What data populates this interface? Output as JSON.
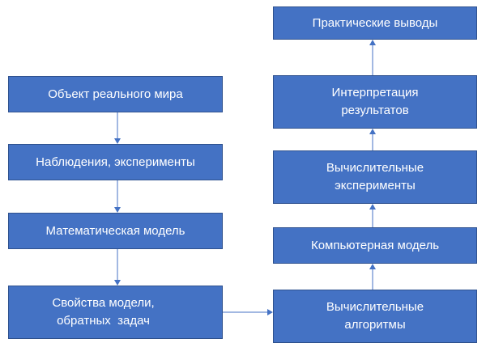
{
  "diagram": {
    "nodes": {
      "object": [
        "Объект реального мира"
      ],
      "observations": [
        "Наблюдения, эксперименты"
      ],
      "math_model": [
        "Математическая модель"
      ],
      "properties": [
        "Свойства модели,",
        "обратных  задач"
      ],
      "algorithms": [
        "Вычислительные",
        "алгоритмы"
      ],
      "computer_model": [
        "Компьютерная модель"
      ],
      "computational_experiments": [
        "Вычислительные",
        "эксперименты"
      ],
      "interpretation": [
        "Интерпретация",
        "результатов"
      ],
      "practical": [
        "Практические выводы"
      ]
    },
    "edges": [
      [
        "object",
        "observations"
      ],
      [
        "observations",
        "math_model"
      ],
      [
        "math_model",
        "properties"
      ],
      [
        "properties",
        "algorithms"
      ],
      [
        "algorithms",
        "computer_model"
      ],
      [
        "computer_model",
        "computational_experiments"
      ],
      [
        "computational_experiments",
        "interpretation"
      ],
      [
        "interpretation",
        "practical"
      ]
    ],
    "colors": {
      "box_fill": "#4472c4",
      "box_border": "#2f528f",
      "text": "#ffffff",
      "arrow": "#4472c4"
    }
  }
}
